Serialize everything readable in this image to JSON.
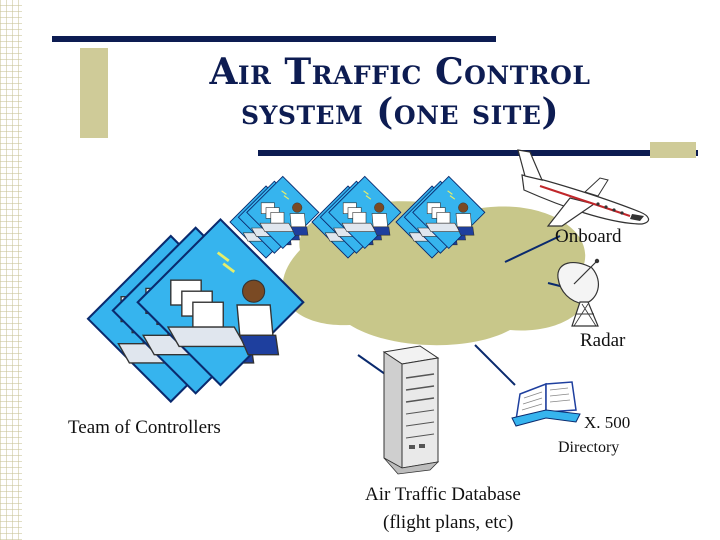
{
  "slide": {
    "title_line1": "Air Traffic Control",
    "title_line2": "system (one site)"
  },
  "labels": {
    "onboard": "Onboard",
    "radar": "Radar",
    "team": "Team of Controllers",
    "x500": "X. 500",
    "directory": "Directory",
    "db_line1": "Air Traffic Database",
    "db_line2": "(flight plans, etc)"
  },
  "colors": {
    "accent_navy": "#0d1c52",
    "tan": "#cfcb98",
    "network_cloud": "#c8c78a",
    "tile_blue": "#36b4ee"
  },
  "icons": [
    "airplane-icon",
    "radar-dish-icon",
    "server-icon",
    "book-icon",
    "controller-workstation-icon"
  ]
}
